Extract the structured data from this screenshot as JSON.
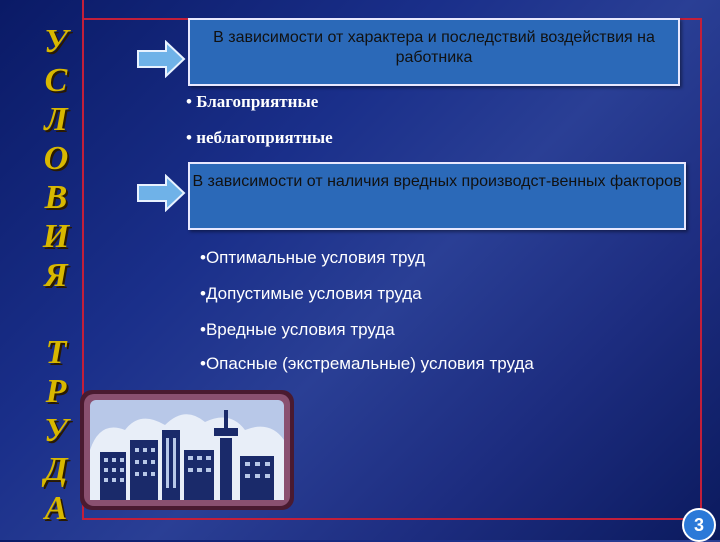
{
  "vertical_title": {
    "word1": [
      "У",
      "С",
      "Л",
      "О",
      "В",
      "И",
      "Я"
    ],
    "word2": [
      "Т",
      "Р",
      "У",
      "Д",
      "А"
    ]
  },
  "box1": {
    "text": "В зависимости от характера и последствий воздействия на работника"
  },
  "bullets1": [
    "• Благоприятные",
    "• неблагоприятные"
  ],
  "box2": {
    "text": "В зависимости от наличия вредных производст-венных факторов"
  },
  "bullets2": [
    "•Оптимальные условия труд",
    "•Допустимые условия труда",
    "•Вредные условия труда",
    "•Опасные (экстремальные) условия труда"
  ],
  "page_number": "3",
  "colors": {
    "accent_frame": "#c21f3a",
    "letters": "#d8b800",
    "box_fill": "#2b69b8",
    "background": "#1a2f8a"
  },
  "icons": [
    "right-arrow-icon",
    "city-skyline-icon"
  ]
}
